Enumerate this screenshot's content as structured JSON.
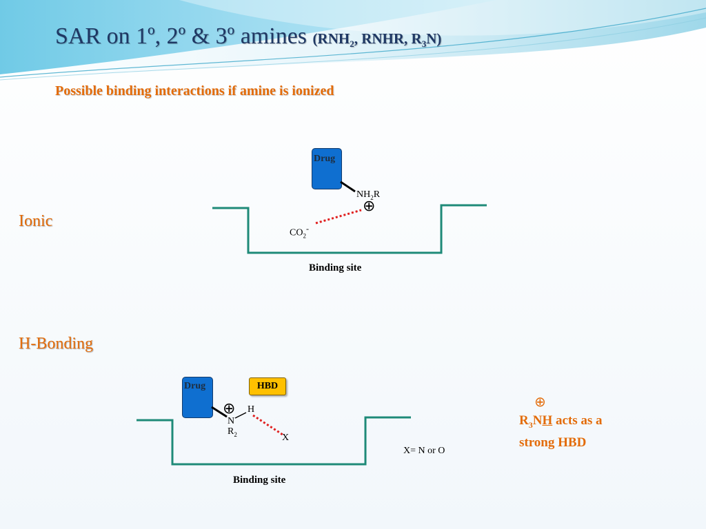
{
  "header": {
    "title_main": "SAR on 1º, 2º & 3º amines",
    "title_formula_1": "(RNH",
    "title_sub_1": "2",
    "title_formula_2": ", RNHR, R",
    "title_sub_2": "3",
    "title_formula_3": "N)"
  },
  "subtitle": "Possible binding interactions if amine is ionized",
  "ionic": {
    "heading": "Ionic",
    "drug_label": "Drug",
    "amine_nh": "NH",
    "amine_sub": "2",
    "amine_r": "R",
    "charge_symbol": "⊕",
    "carboxylate": "CO",
    "carboxylate_sub": "2",
    "carboxylate_charge": "-",
    "site_label": "Binding site"
  },
  "hbonding": {
    "heading": "H-Bonding",
    "drug_label": "Drug",
    "hbd_label": "HBD",
    "charge_symbol": "⊕",
    "h_label": "H",
    "n_label": "N",
    "r_label": "R",
    "r_sub": "2",
    "x_label": "X",
    "x_def": "X= N or O",
    "site_label": "Binding site"
  },
  "note": {
    "charge_symbol": "⊕",
    "r": "R",
    "r_sub": "3",
    "n": "N",
    "h": "H",
    "line1_rest": " acts as a",
    "line2": "strong HBD"
  },
  "colors": {
    "title": "#1f3864",
    "accent": "#e36c0a",
    "site_line": "#1e8a78",
    "drug": "#0f6fd0",
    "hbd": "#ffc000",
    "bond": "#e02020"
  }
}
